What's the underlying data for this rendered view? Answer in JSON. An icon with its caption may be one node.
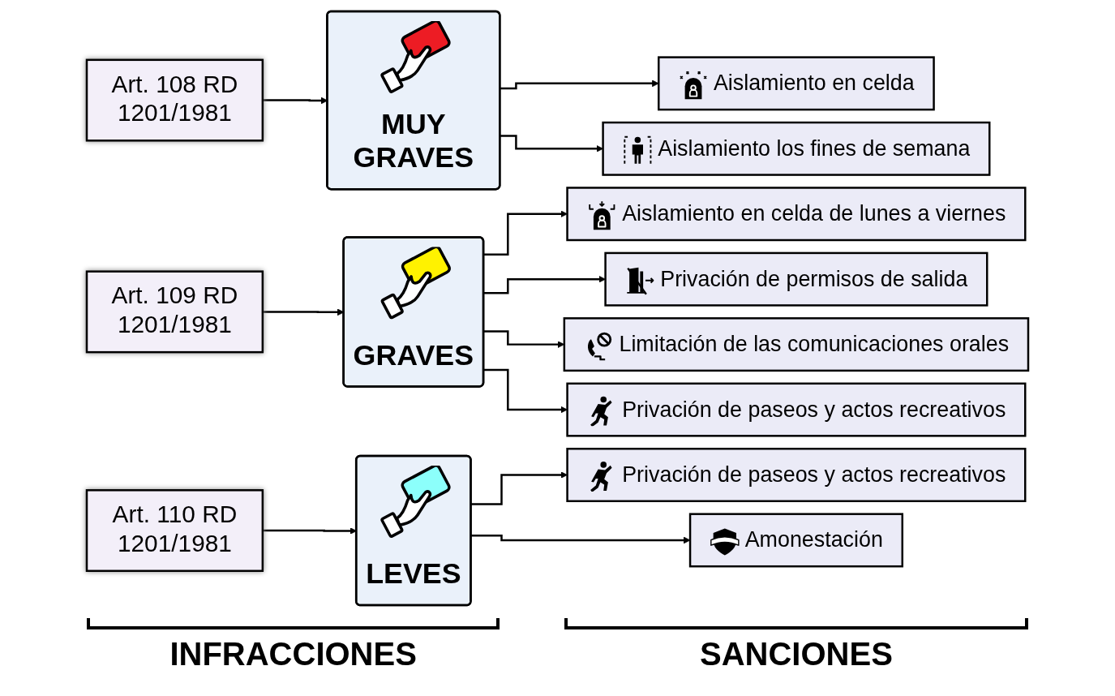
{
  "diagram": {
    "nodes": [
      {
        "text": [
          "Art. 108 RD 1201/1981"
        ]
      },
      {
        "text": [
          "MUY GRAVES"
        ]
      },
      {
        "text": [
          "Aislamiento en celda"
        ]
      },
      {
        "text": [
          "Aislamiento los fines de semana"
        ]
      },
      {
        "text": [
          "Art. 109 RD 1201/1981"
        ]
      },
      {
        "text": [
          "GRAVES"
        ]
      },
      {
        "text": [
          "Aislamiento en celda de lunes a viernes"
        ]
      },
      {
        "text": [
          "Privación de permisos de salida"
        ]
      },
      {
        "text": [
          "Limitación de las comunicaciones orales"
        ]
      },
      {
        "text": [
          "Privación de paseos y actos recreativos"
        ]
      },
      {
        "text": [
          "Art. 110 RD 1201/1981"
        ]
      },
      {
        "text": [
          "LEVES"
        ]
      },
      {
        "text": [
          "Privación de paseos y actos recreativos"
        ]
      },
      {
        "text": [
          "Amonestación"
        ]
      },
      {
        "text": [],
        "shape": "bracket"
      },
      {
        "text": [],
        "shape": "bracket"
      }
    ],
    "edges": [
      {
        "from": 0,
        "to": 1,
        "arrow": "to"
      },
      {
        "from": 1,
        "to": 2,
        "arrow": "to"
      },
      {
        "from": 1,
        "to": 3,
        "arrow": "to"
      },
      {
        "from": 4,
        "to": 5,
        "arrow": "to"
      },
      {
        "from": 5,
        "to": 6,
        "arrow": "to"
      },
      {
        "from": 5,
        "to": 7,
        "arrow": "to"
      },
      {
        "from": 5,
        "to": 8,
        "arrow": "to"
      },
      {
        "from": 5,
        "to": 9,
        "arrow": "to"
      },
      {
        "from": 10,
        "to": 11,
        "arrow": "to"
      },
      {
        "from": 11,
        "to": 12,
        "arrow": "to"
      },
      {
        "from": 11,
        "to": 13,
        "arrow": "to"
      }
    ],
    "labels": [
      "INFRACCIONES",
      "SANCIONES"
    ]
  }
}
